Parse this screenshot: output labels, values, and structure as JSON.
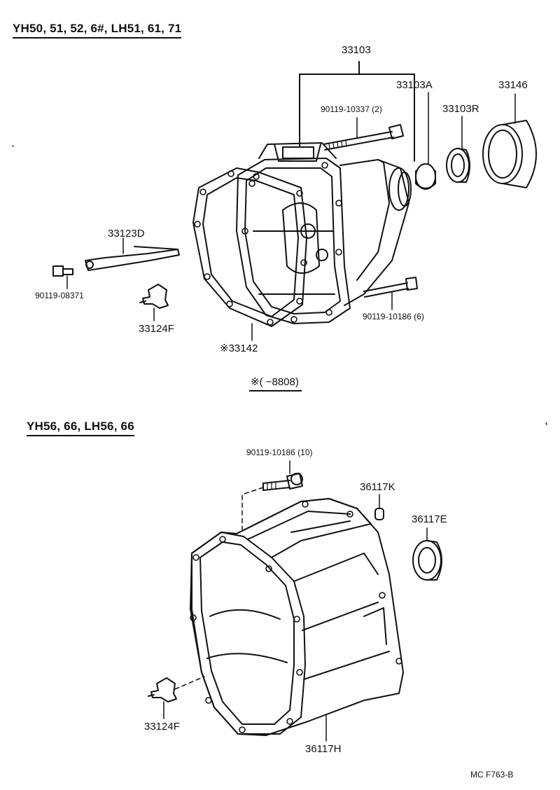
{
  "section1": {
    "title": "YH50, 51, 52, 6#, LH51, 61, 71",
    "labels": {
      "p33103": "33103",
      "p33103A": "33103A",
      "p33146": "33146",
      "p33103R": "33103R",
      "bolt_10337": "90119-10337 (2)",
      "p33123D": "33123D",
      "bolt_08371": "90119-08371",
      "p33124F": "33124F",
      "p33142": "※33142",
      "bolt_10186_6": "90119-10186 (6)"
    },
    "note": "※(        −8808)"
  },
  "section2": {
    "title": "YH56, 66, LH56, 66",
    "labels": {
      "bolt_10186_10": "90119-10186 (10)",
      "p36117K": "36117K",
      "p36117E": "36117E",
      "p33124F": "33124F",
      "p36117H": "36117H"
    }
  },
  "footer": {
    "code": "MC  F763-B"
  }
}
